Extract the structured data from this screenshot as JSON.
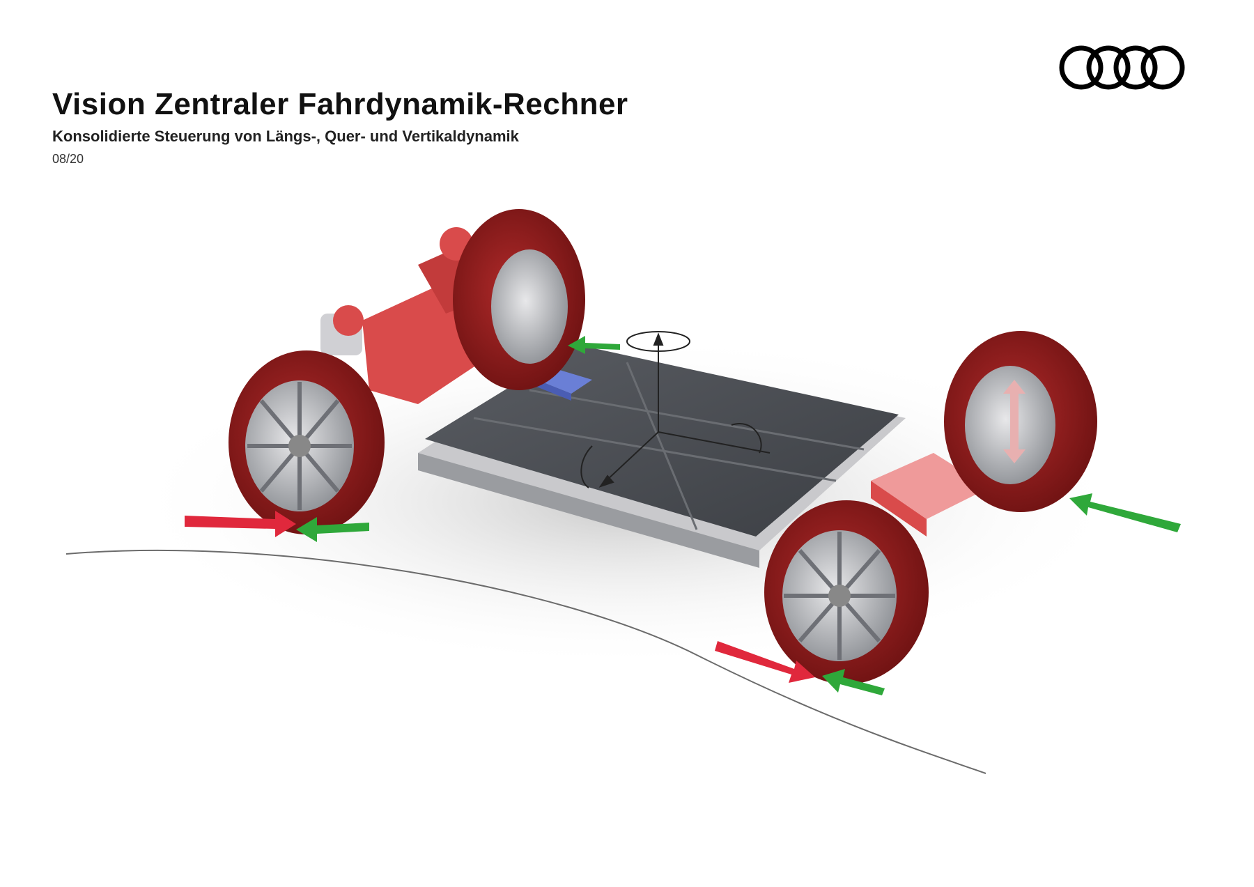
{
  "header": {
    "title": "Vision Zentraler Fahrdynamik-Rechner",
    "subtitle": "Konsolidierte Steuerung von Längs-, Quer- und Vertikaldynamik",
    "date": "08/20"
  },
  "logo": {
    "name": "audi-four-rings",
    "ring_count": 4
  },
  "colors": {
    "tire": "#8b1a1a",
    "component_red": "#d94b4b",
    "arrow_red": "#e0283c",
    "arrow_green": "#2fa83a",
    "battery": "#4a4d52",
    "control_unit": "#6a7fd6",
    "road": "#6b6b6b"
  },
  "illustration": {
    "description_icons": [
      "front-left-wheel-icon",
      "front-right-wheel-icon",
      "rear-left-wheel-icon",
      "rear-right-wheel-icon",
      "battery-pack-icon",
      "central-computer-icon",
      "yaw-axis-icon",
      "roll-axis-icon",
      "pitch-axis-icon",
      "vertical-damper-arrow-icon",
      "longitudinal-force-arrow-icon",
      "lateral-force-arrow-icon"
    ]
  }
}
